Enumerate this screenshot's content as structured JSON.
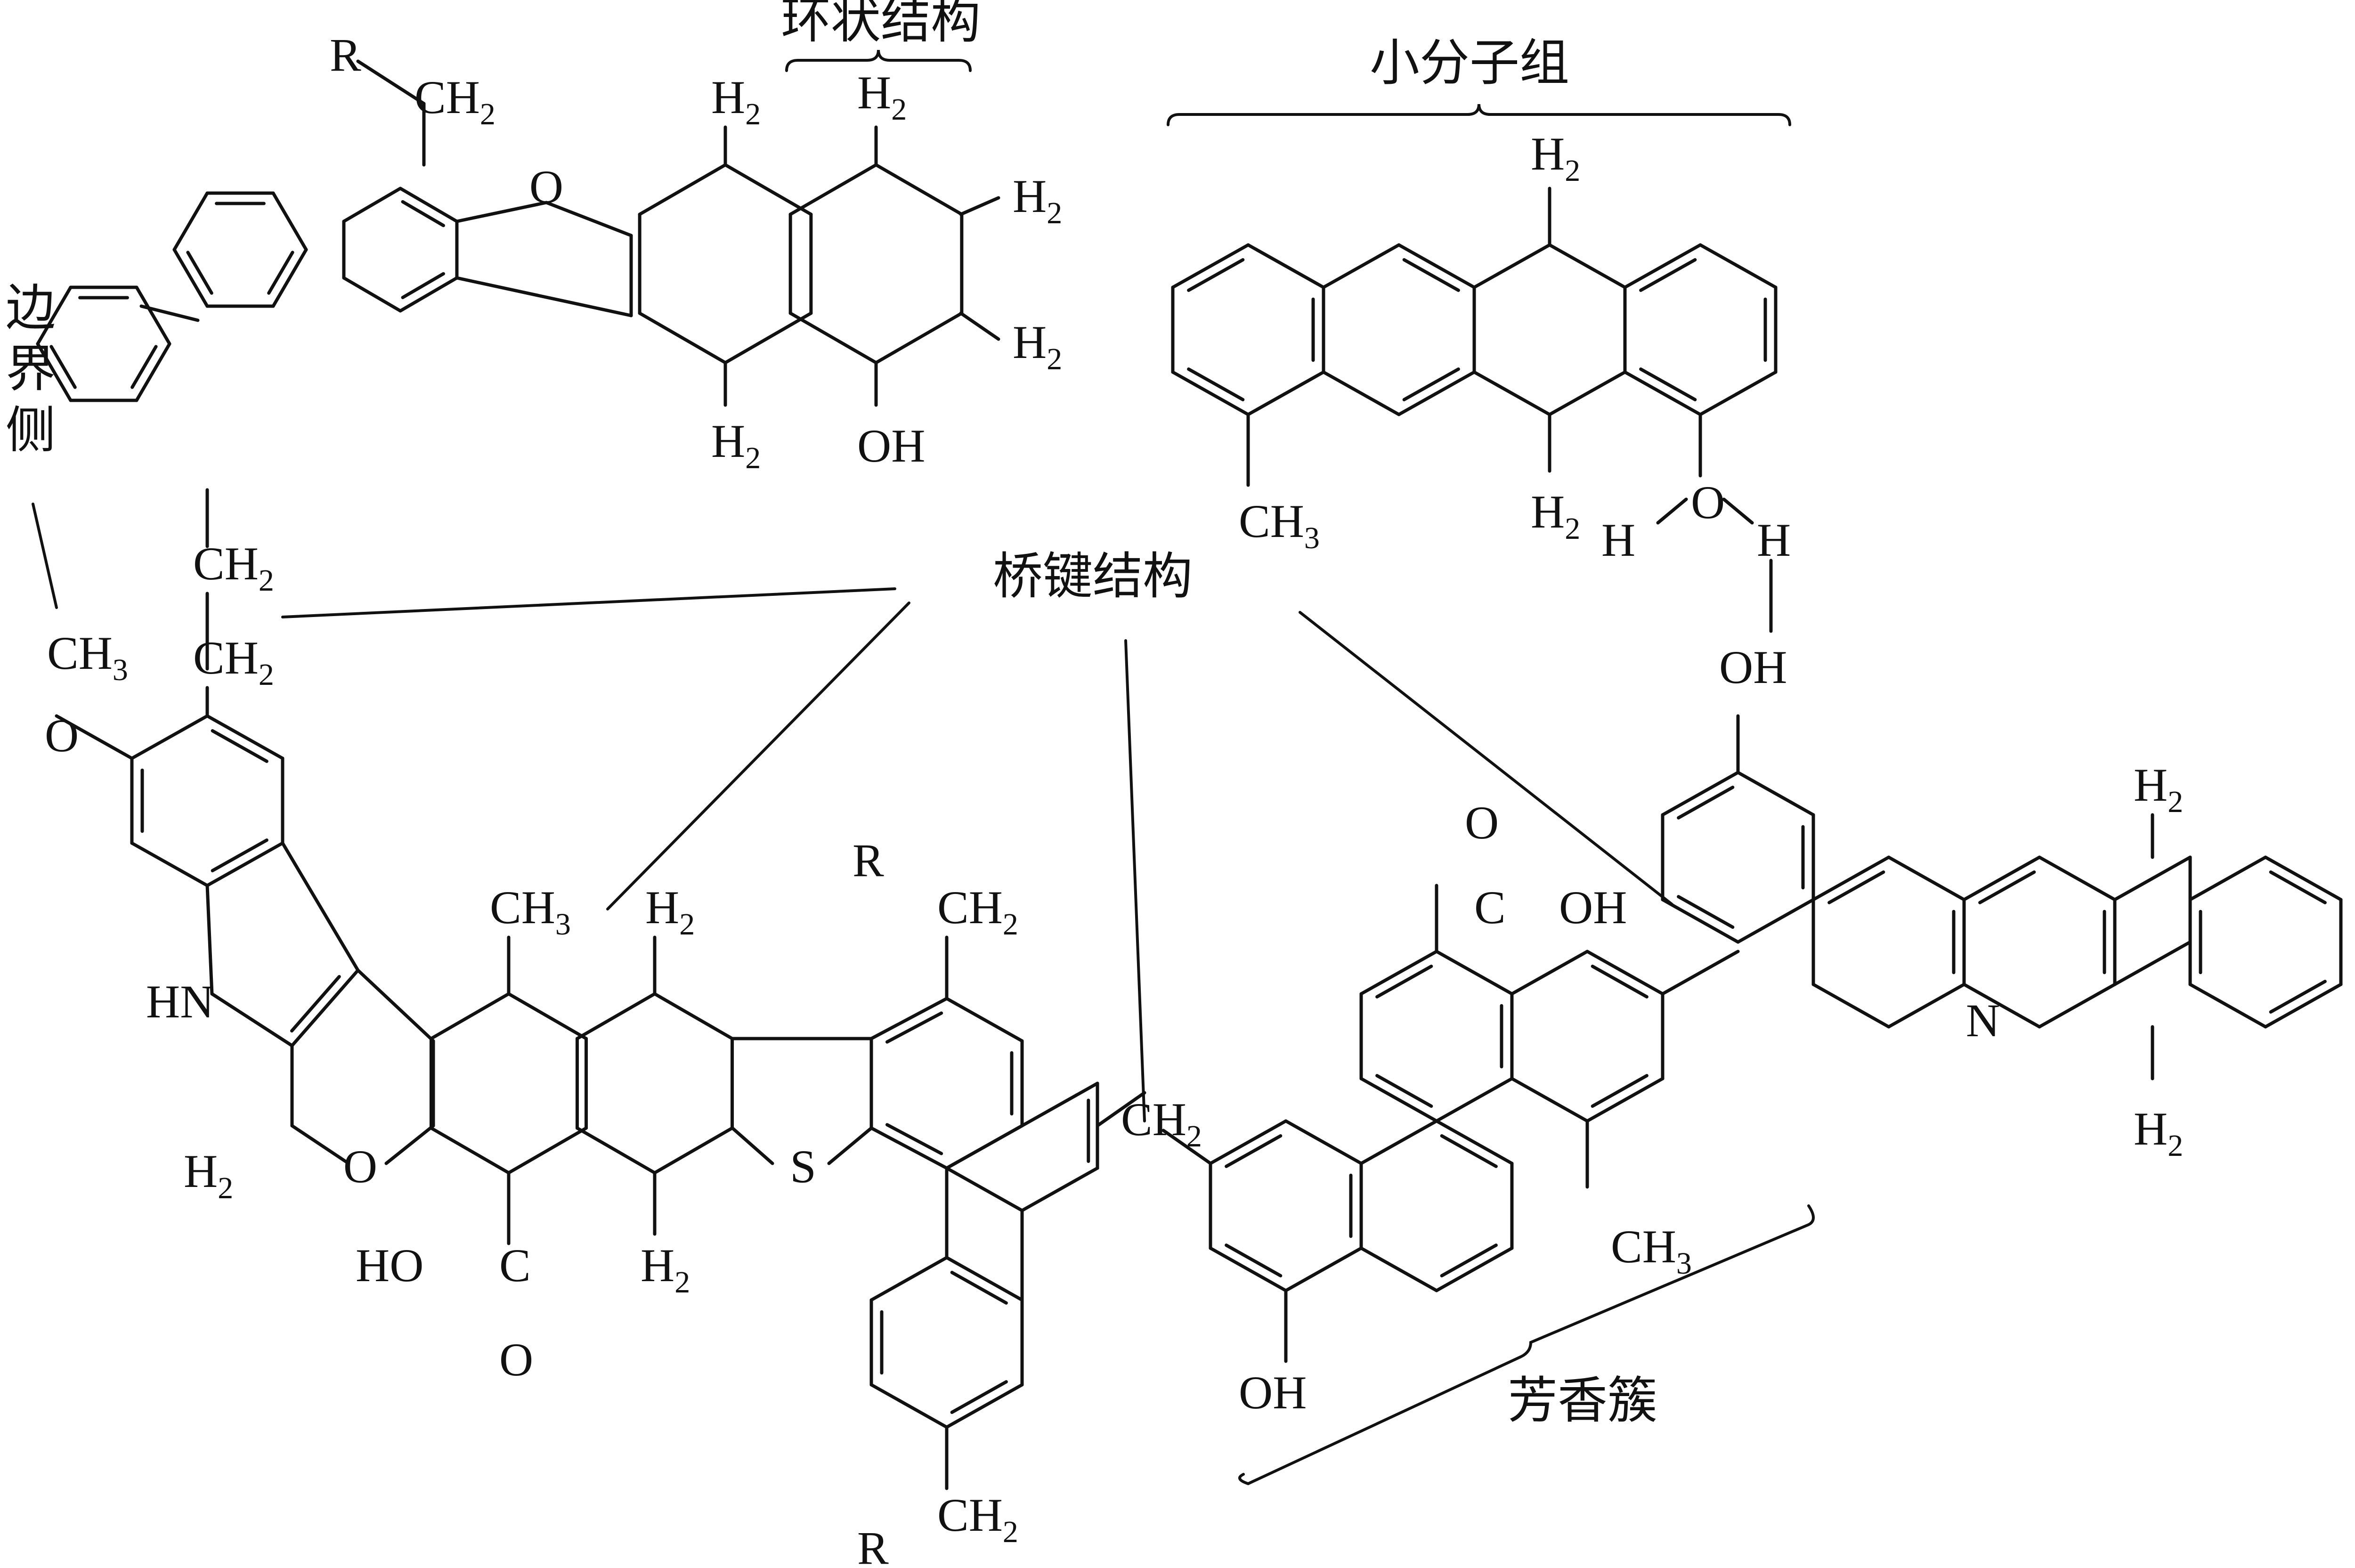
{
  "annotations": {
    "ring_structure": "环状结构",
    "small_molecule_group": "小分子组",
    "boundary_side": [
      "边",
      "界",
      "侧"
    ],
    "bridge_structure": "桥键结构",
    "aromatic_cluster": "芳香簇"
  },
  "groups": {
    "R": "R",
    "CH": "CH",
    "H": "H",
    "O": "O",
    "OH": "OH",
    "HO": "HO",
    "HN": "HN",
    "S": "S",
    "N": "N",
    "C": "C",
    "sub_2": "2",
    "sub_3": "3"
  }
}
